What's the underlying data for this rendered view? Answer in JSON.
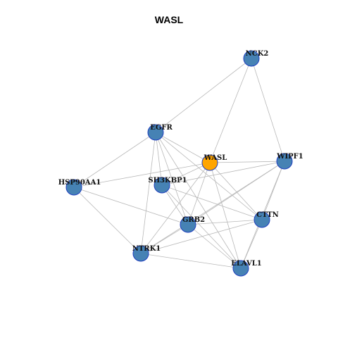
{
  "title": "WASL",
  "colors": {
    "node_default": "#4682b4",
    "node_focus": "#ffa500",
    "node_border": "#1f3fbf",
    "edge": "#b8b8b8"
  },
  "graph": {
    "focus": "WASL",
    "nodes": [
      "NCK2",
      "EGFR",
      "WASL",
      "WIPF1",
      "HSP90AA1",
      "SH3KBP1",
      "GRB2",
      "CTTN",
      "NTRK1",
      "ELAVL1"
    ],
    "edges": [
      [
        "NCK2",
        "EGFR"
      ],
      [
        "NCK2",
        "WASL"
      ],
      [
        "NCK2",
        "WIPF1"
      ],
      [
        "EGFR",
        "HSP90AA1"
      ],
      [
        "EGFR",
        "SH3KBP1"
      ],
      [
        "EGFR",
        "GRB2"
      ],
      [
        "EGFR",
        "WASL"
      ],
      [
        "EGFR",
        "CTTN"
      ],
      [
        "EGFR",
        "NTRK1"
      ],
      [
        "EGFR",
        "ELAVL1"
      ],
      [
        "WASL",
        "HSP90AA1"
      ],
      [
        "WASL",
        "SH3KBP1"
      ],
      [
        "WASL",
        "GRB2"
      ],
      [
        "WASL",
        "WIPF1"
      ],
      [
        "WASL",
        "NTRK1"
      ],
      [
        "WASL",
        "ELAVL1"
      ],
      [
        "WASL",
        "CTTN"
      ],
      [
        "WIPF1",
        "SH3KBP1"
      ],
      [
        "WIPF1",
        "GRB2"
      ],
      [
        "WIPF1",
        "CTTN"
      ],
      [
        "WIPF1",
        "ELAVL1"
      ],
      [
        "WIPF1",
        "NTRK1"
      ],
      [
        "HSP90AA1",
        "GRB2"
      ],
      [
        "HSP90AA1",
        "NTRK1"
      ],
      [
        "SH3KBP1",
        "GRB2"
      ],
      [
        "SH3KBP1",
        "CTTN"
      ],
      [
        "SH3KBP1",
        "ELAVL1"
      ],
      [
        "GRB2",
        "CTTN"
      ],
      [
        "GRB2",
        "NTRK1"
      ],
      [
        "GRB2",
        "ELAVL1"
      ],
      [
        "CTTN",
        "NTRK1"
      ],
      [
        "CTTN",
        "ELAVL1"
      ],
      [
        "NTRK1",
        "ELAVL1"
      ]
    ]
  }
}
